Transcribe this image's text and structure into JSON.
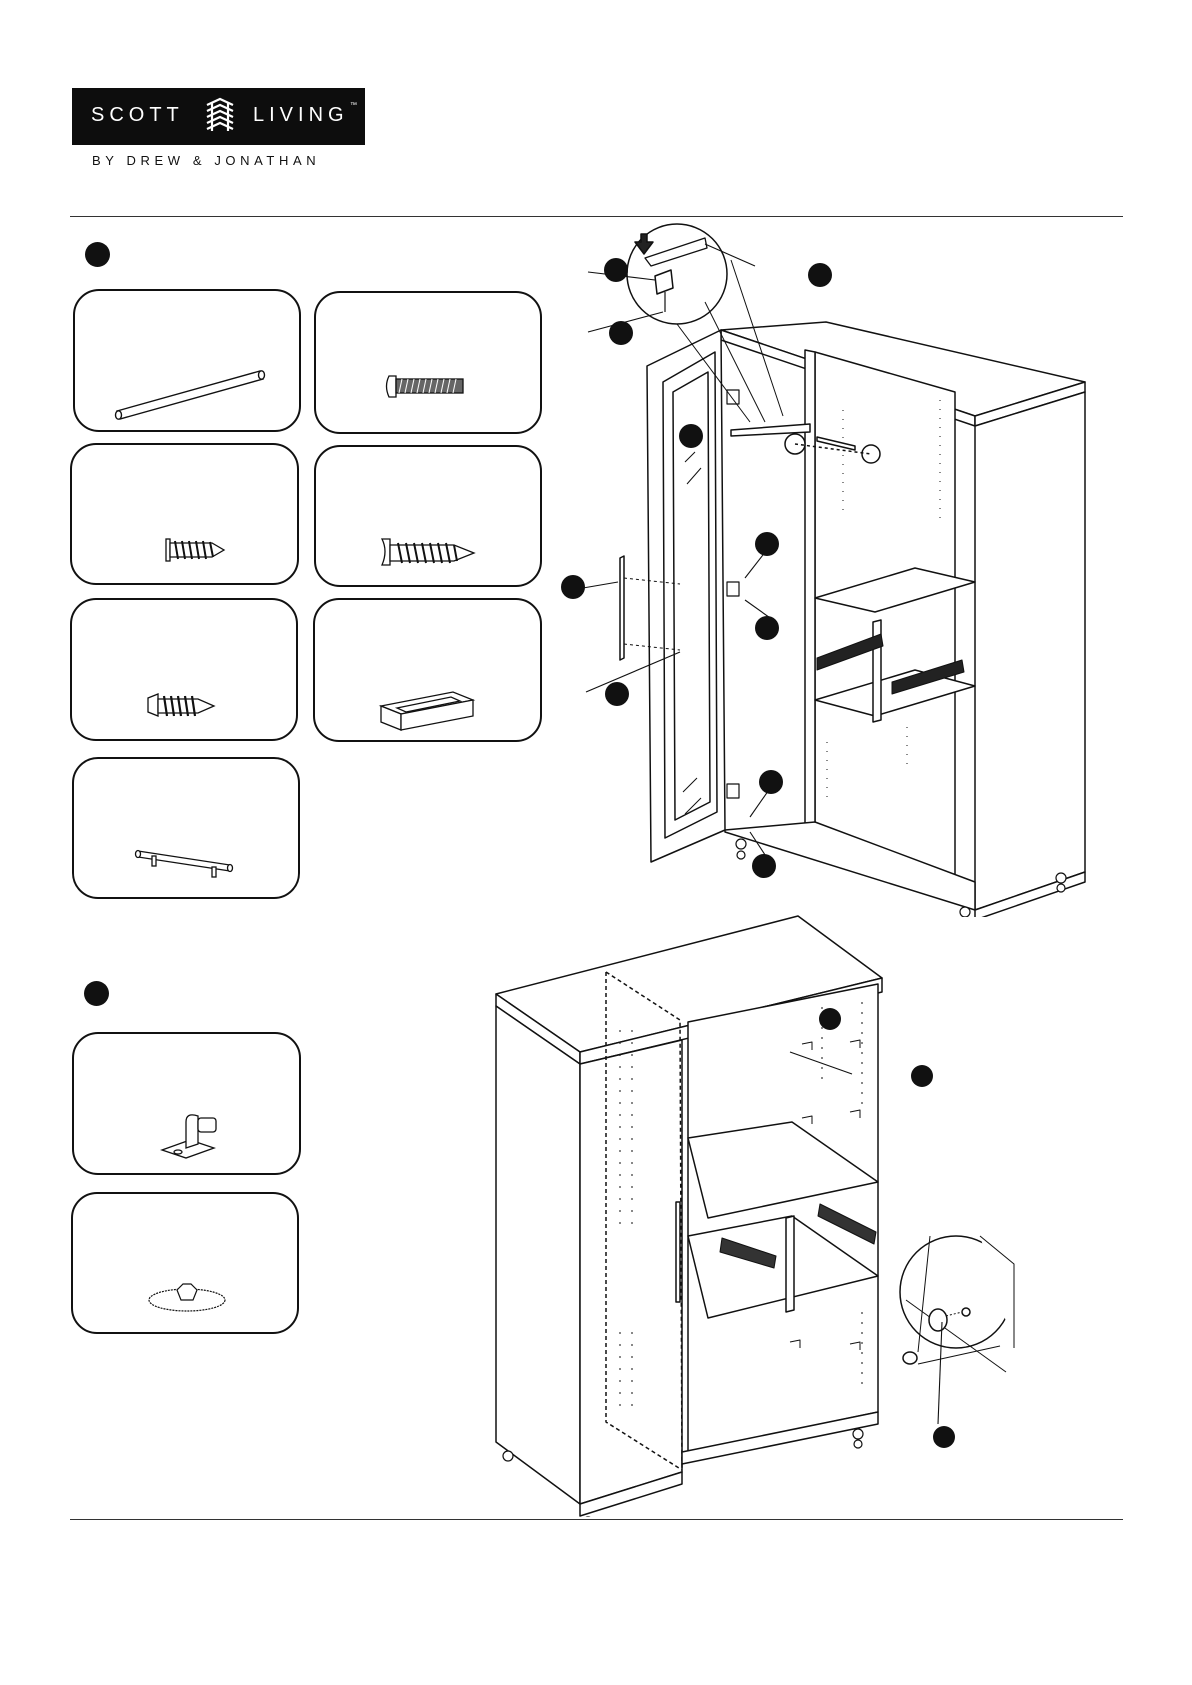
{
  "brand": {
    "name_left": "SCOTT",
    "name_right": "LIVING",
    "trademark": "™",
    "tagline": "BY DREW & JONATHAN"
  },
  "steps": [
    {
      "id": "step-a",
      "parts": [
        {
          "name": "hanging-rod"
        },
        {
          "name": "machine-bolt"
        },
        {
          "name": "short-wood-screw"
        },
        {
          "name": "long-wood-screw"
        },
        {
          "name": "washer-head-screw"
        },
        {
          "name": "rod-bracket-block"
        },
        {
          "name": "door-handle"
        }
      ]
    },
    {
      "id": "step-b",
      "parts": [
        {
          "name": "shelf-support-pin"
        },
        {
          "name": "caster-cap"
        }
      ]
    }
  ],
  "colors": {
    "ink": "#111111",
    "logo_bg": "#0d0d0d",
    "paper": "#ffffff"
  }
}
